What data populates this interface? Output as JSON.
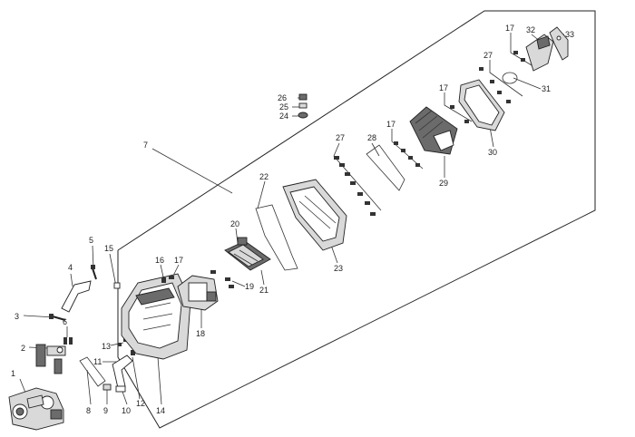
{
  "labels": {
    "p1": "1",
    "p2": "2",
    "p3": "3",
    "p4": "4",
    "p5": "5",
    "p6": "6",
    "p7": "7",
    "p8": "8",
    "p9": "9",
    "p10": "10",
    "p11": "11",
    "p12": "12",
    "p13": "13",
    "p14": "14",
    "p15": "15",
    "p16": "16",
    "p17a": "17",
    "p17b": "17",
    "p17c": "17",
    "p17d": "17",
    "p18": "18",
    "p19": "19",
    "p20": "20",
    "p21": "21",
    "p22": "22",
    "p23": "23",
    "p24": "24",
    "p25": "25",
    "p26": "26",
    "p27a": "27",
    "p27b": "27",
    "p28": "28",
    "p29": "29",
    "p30": "30",
    "p31": "31",
    "p32": "32",
    "p33": "33"
  }
}
